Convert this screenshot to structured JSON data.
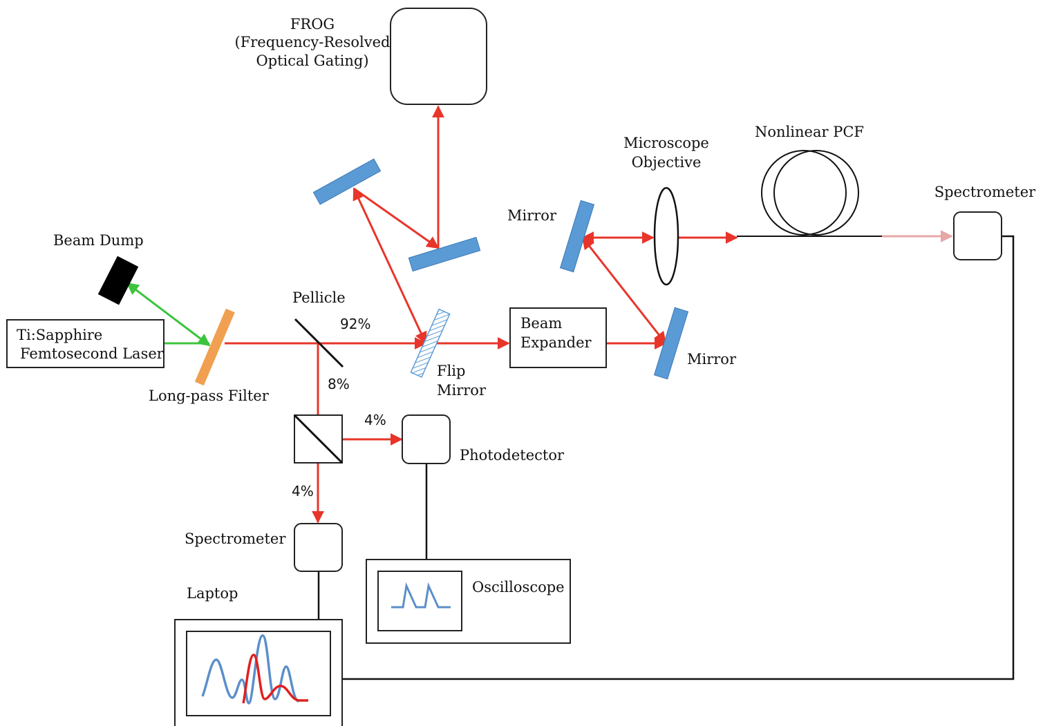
{
  "diagram": {
    "labels": {
      "frog_line1": "FROG",
      "frog_line2": "(Frequency-Resolved",
      "frog_line3": "Optical Gating)",
      "beam_dump": "Beam Dump",
      "laser_line1": "Ti:Sapphire",
      "laser_line2": "Femtosecond Laser",
      "long_pass_filter": "Long-pass Filter",
      "pellicle": "Pellicle",
      "flip_mirror_line1": "Flip",
      "flip_mirror_line2": "Mirror",
      "beam_expander_line1": "Beam",
      "beam_expander_line2": "Expander",
      "mirror_upper": "Mirror",
      "mirror_lower": "Mirror",
      "microscope_line1": "Microscope",
      "microscope_line2": "Objective",
      "nonlinear_pcf": "Nonlinear PCF",
      "spectrometer_right": "Spectrometer",
      "photodetector": "Photodetector",
      "spectrometer_bottom": "Spectrometer",
      "oscilloscope": "Oscilloscope",
      "laptop": "Laptop"
    },
    "percentages": {
      "transmitted": "92%",
      "reflected": "8%",
      "to_photodetector": "4%",
      "to_spectrometer": "4%"
    },
    "colors": {
      "laser_beam": "#e8352a",
      "rejected_beam": "#3cc43c",
      "broadened_output": "#e6a7a7",
      "mirror": "#5b9bd5",
      "filter": "#f0a050",
      "wire": "#111111",
      "trace_blue": "#5b8fc9",
      "trace_red": "#e02020"
    }
  }
}
